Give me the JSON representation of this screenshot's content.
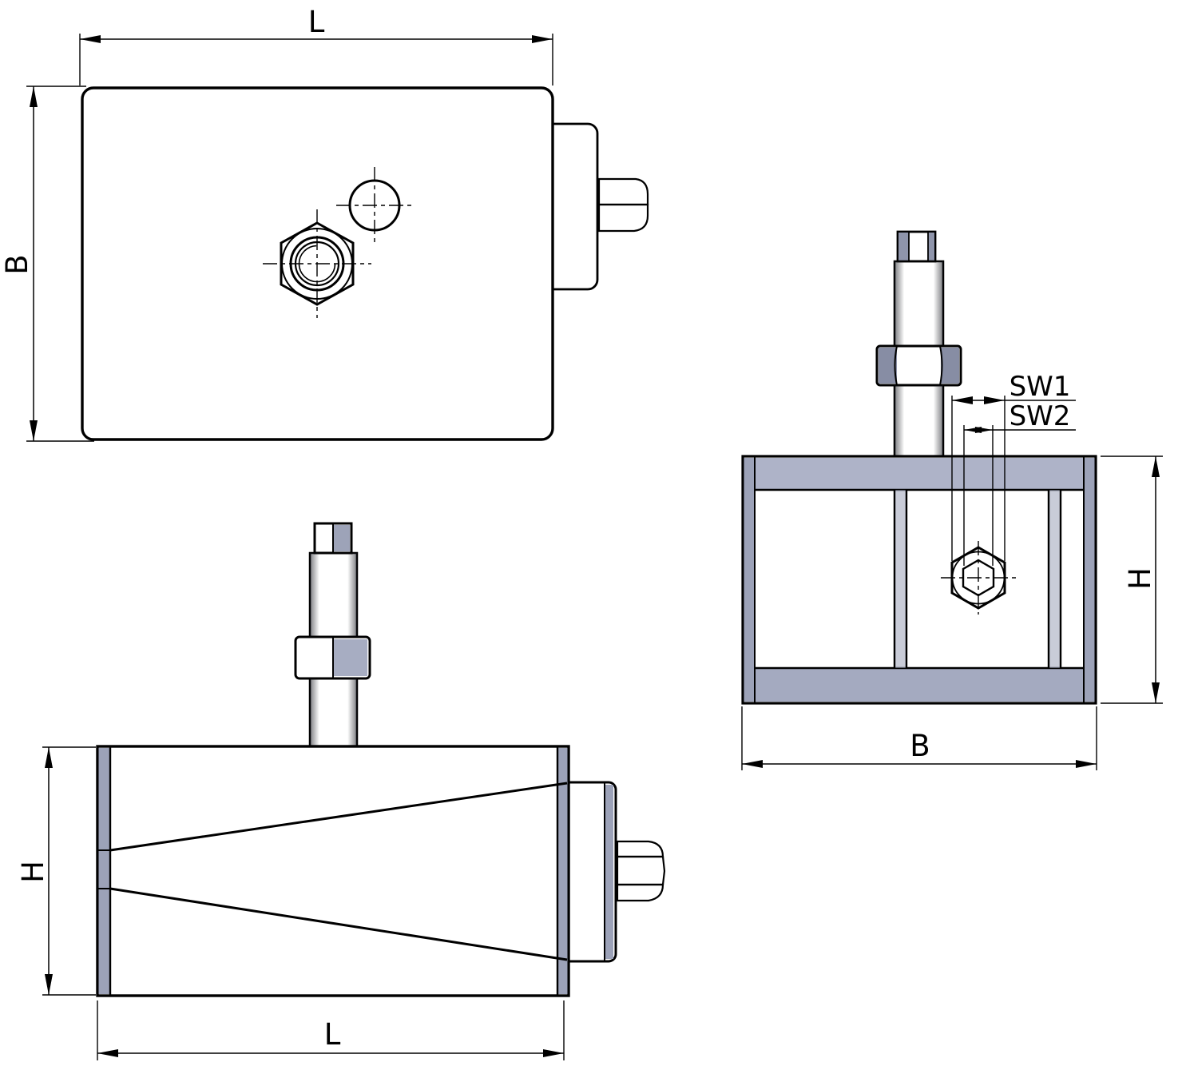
{
  "views": {
    "top": {
      "length_label": "L",
      "width_label": "B"
    },
    "front": {
      "height_label": "H",
      "length_label": "L"
    },
    "side": {
      "sw1_label": "SW1",
      "sw2_label": "SW2",
      "height_label": "H",
      "width_label": "B"
    }
  },
  "colors": {
    "background": "#ffffff",
    "outline": "#000000",
    "body_fill": "#a9aec6",
    "band_light": "#aeb3c8",
    "band_dark": "#a4aac0",
    "edge_strip": "#9ca2b8",
    "thread_dark": "#2d3039",
    "thread_light": "#707685",
    "metal_light": "#b4b9cd",
    "metal_dark": "#878da4"
  }
}
